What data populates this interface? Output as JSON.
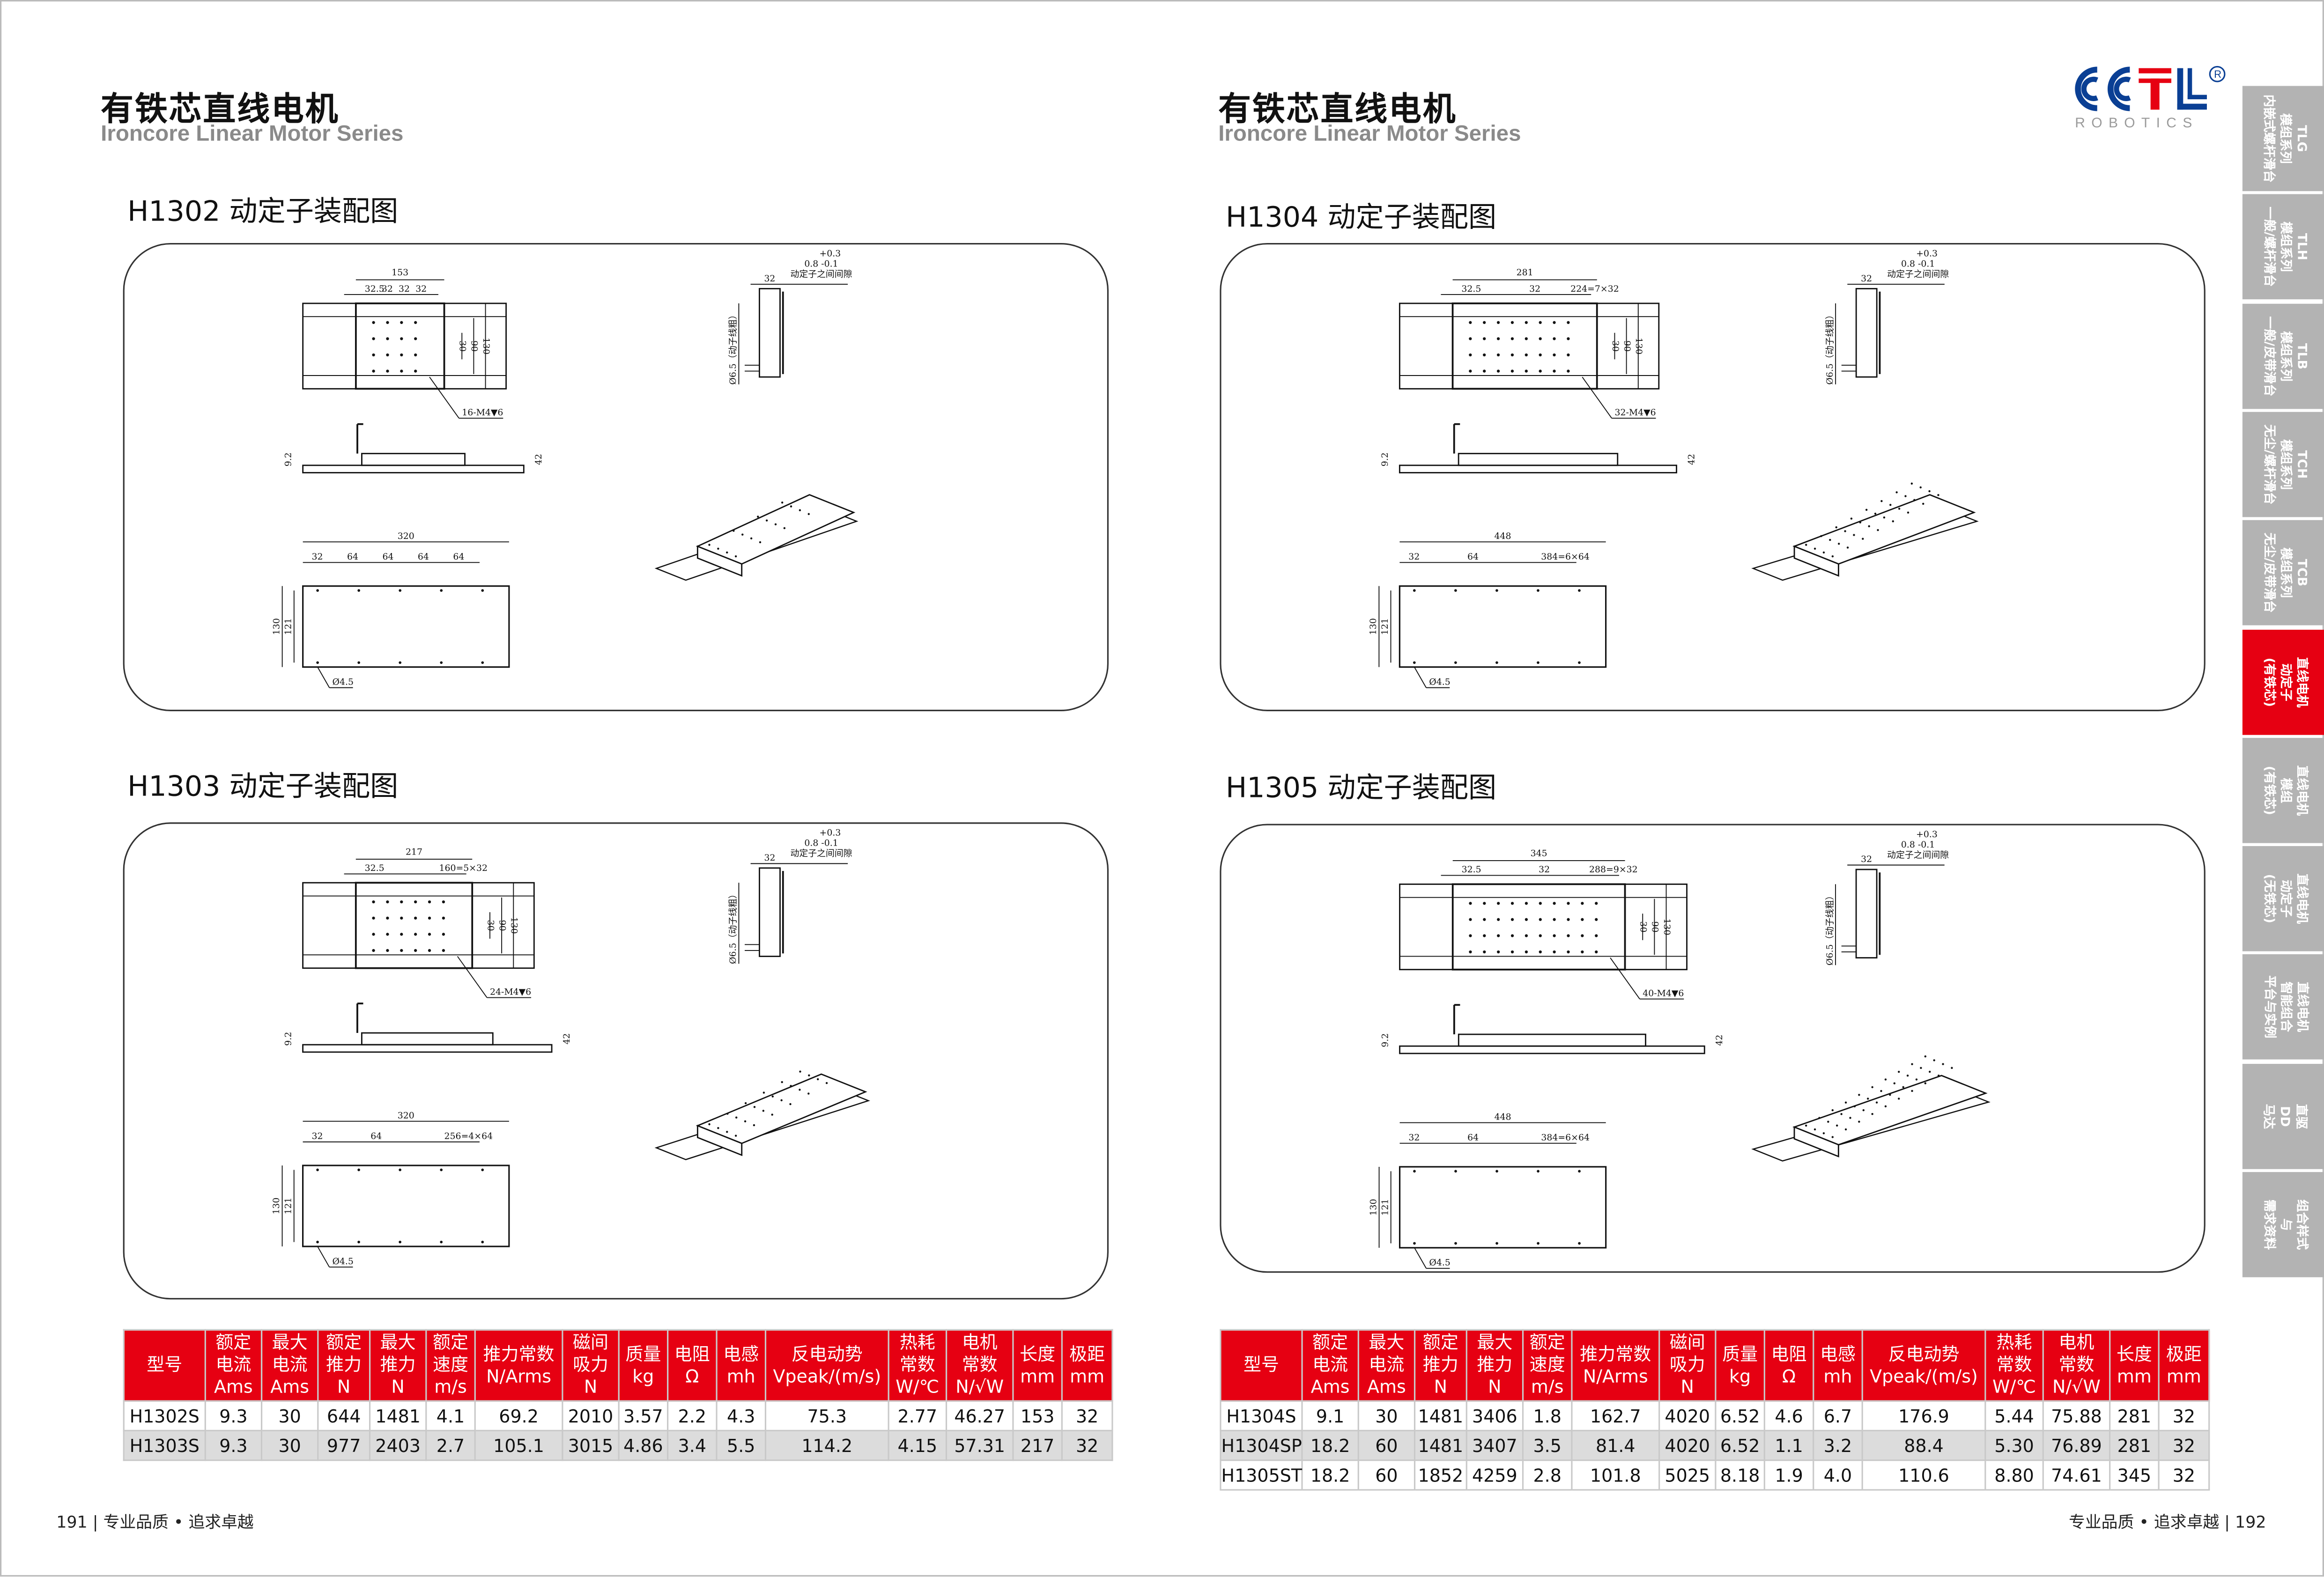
{
  "left_page": {
    "title": "有铁芯直线电机",
    "subtitle": "Ironcore Linear Motor Series",
    "footer": "191 | 专业品质 • 追求卓越"
  },
  "right_page": {
    "title": "有铁芯直线电机",
    "subtitle": "Ironcore Linear Motor Series",
    "footer": "专业品质 • 追求卓越 | 192"
  },
  "logo": {
    "text": "CCTL",
    "sub": "ROBOTICS",
    "mark": "®",
    "colors": {
      "blue": "#0a3f94",
      "red": "#e60012",
      "gray": "#9a9a9a"
    }
  },
  "accent_color": "#e60012",
  "sidebar": {
    "tabs": [
      {
        "lines": [
          "TLG",
          "模组系列",
          "内嵌式螺杆滑台"
        ],
        "active": false
      },
      {
        "lines": [
          "TLH",
          "模组系列",
          "一般/螺杆滑台"
        ],
        "active": false
      },
      {
        "lines": [
          "TLB",
          "模组系列",
          "一般/皮带滑台"
        ],
        "active": false
      },
      {
        "lines": [
          "TCH",
          "模组系列",
          "无尘/螺杆滑台"
        ],
        "active": false
      },
      {
        "lines": [
          "TCB",
          "模组系列",
          "无尘/皮带滑台"
        ],
        "active": false
      },
      {
        "lines": [
          "直线电机",
          "动定子",
          "(有铁芯)"
        ],
        "active": true
      },
      {
        "lines": [
          "直线电机",
          "模组",
          "(有铁芯)"
        ],
        "active": false
      },
      {
        "lines": [
          "直线电机",
          "动定子",
          "(无铁芯)"
        ],
        "active": false
      },
      {
        "lines": [
          "直线电机",
          "智能组合",
          "平台与实例"
        ],
        "active": false
      },
      {
        "lines": [
          "直驱",
          "DD",
          "马达"
        ],
        "active": false
      },
      {
        "lines": [
          "组合样式",
          "与",
          "需求资料"
        ],
        "active": false
      }
    ]
  },
  "panels": [
    {
      "title": "H1302 动定子装配图",
      "cols": 4,
      "top": {
        "overall": "153",
        "pitches": [
          "32.5",
          "32",
          "32",
          "32"
        ],
        "v": [
          "30",
          "90",
          "130"
        ],
        "holes": "16-M4▼6"
      },
      "gap": {
        "tol_plus": "+0.3",
        "nominal": "0.8 -0.1",
        "label": "动定子之间间隙",
        "width": "32",
        "cable": "Ø6.5（动子线粗）"
      },
      "side": {
        "h1": "9.2",
        "h2": "42"
      },
      "stator": {
        "overall": "320",
        "dims": [
          "32",
          "64",
          "64",
          "64",
          "64"
        ],
        "v": [
          "130",
          "121"
        ],
        "hole": "Ø4.5"
      }
    },
    {
      "title": "H1303 动定子装配图",
      "cols": 6,
      "top": {
        "overall": "217",
        "pitches": [
          "32.5",
          "160=5×32"
        ],
        "v": [
          "30",
          "90",
          "130"
        ],
        "holes": "24-M4▼6"
      },
      "gap": {
        "tol_plus": "+0.3",
        "nominal": "0.8 -0.1",
        "label": "动定子之间间隙",
        "width": "32",
        "cable": "Ø6.5（动子线粗）"
      },
      "side": {
        "h1": "9.2",
        "h2": "42"
      },
      "stator": {
        "overall": "320",
        "dims": [
          "32",
          "64",
          "256=4×64"
        ],
        "v": [
          "130",
          "121"
        ],
        "hole": "Ø4.5"
      }
    },
    {
      "title": "H1304 动定子装配图",
      "cols": 8,
      "top": {
        "overall": "281",
        "pitches": [
          "32.5",
          "32",
          "224=7×32"
        ],
        "v": [
          "30",
          "90",
          "130"
        ],
        "holes": "32-M4▼6"
      },
      "gap": {
        "tol_plus": "+0.3",
        "nominal": "0.8 -0.1",
        "label": "动定子之间间隙",
        "width": "32",
        "cable": "Ø6.5（动子线粗）"
      },
      "side": {
        "h1": "9.2",
        "h2": "42"
      },
      "stator": {
        "overall": "448",
        "dims": [
          "32",
          "64",
          "384=6×64"
        ],
        "v": [
          "130",
          "121"
        ],
        "hole": "Ø4.5"
      }
    },
    {
      "title": "H1305 动定子装配图",
      "cols": 10,
      "top": {
        "overall": "345",
        "pitches": [
          "32.5",
          "32",
          "288=9×32"
        ],
        "v": [
          "30",
          "90",
          "130"
        ],
        "holes": "40-M4▼6"
      },
      "gap": {
        "tol_plus": "+0.3",
        "nominal": "0.8 -0.1",
        "label": "动定子之间间隙",
        "width": "32",
        "cable": "Ø6.5（动子线粗）"
      },
      "side": {
        "h1": "9.2",
        "h2": "42"
      },
      "stator": {
        "overall": "448",
        "dims": [
          "32",
          "64",
          "384=6×64"
        ],
        "v": [
          "130",
          "121"
        ],
        "hole": "Ø4.5"
      }
    }
  ],
  "tables": [
    {
      "headers": [
        [
          "型号"
        ],
        [
          "额定",
          "电流",
          "Ams"
        ],
        [
          "最大",
          "电流",
          "Ams"
        ],
        [
          "额定",
          "推力",
          "N"
        ],
        [
          "最大",
          "推力",
          "N"
        ],
        [
          "额定",
          "速度",
          "m/s"
        ],
        [
          "推力常数",
          "N/Arms"
        ],
        [
          "磁间",
          "吸力",
          "N"
        ],
        [
          "质量",
          "kg"
        ],
        [
          "电阻",
          "Ω"
        ],
        [
          "电感",
          "mh"
        ],
        [
          "反电动势",
          "Vpeak/(m/s)"
        ],
        [
          "热耗",
          "常数",
          "W/℃"
        ],
        [
          "电机",
          "常数",
          "N/√W"
        ],
        [
          "长度",
          "mm"
        ],
        [
          "极距",
          "mm"
        ]
      ],
      "rows": [
        [
          "H1302S",
          "9.3",
          "30",
          "644",
          "1481",
          "4.1",
          "69.2",
          "2010",
          "3.57",
          "2.2",
          "4.3",
          "75.3",
          "2.77",
          "46.27",
          "153",
          "32"
        ],
        [
          "H1303S",
          "9.3",
          "30",
          "977",
          "2403",
          "2.7",
          "105.1",
          "3015",
          "4.86",
          "3.4",
          "5.5",
          "114.2",
          "4.15",
          "57.31",
          "217",
          "32"
        ]
      ]
    },
    {
      "headers": [
        [
          "型号"
        ],
        [
          "额定",
          "电流",
          "Ams"
        ],
        [
          "最大",
          "电流",
          "Ams"
        ],
        [
          "额定",
          "推力",
          "N"
        ],
        [
          "最大",
          "推力",
          "N"
        ],
        [
          "额定",
          "速度",
          "m/s"
        ],
        [
          "推力常数",
          "N/Arms"
        ],
        [
          "磁间",
          "吸力",
          "N"
        ],
        [
          "质量",
          "kg"
        ],
        [
          "电阻",
          "Ω"
        ],
        [
          "电感",
          "mh"
        ],
        [
          "反电动势",
          "Vpeak/(m/s)"
        ],
        [
          "热耗",
          "常数",
          "W/℃"
        ],
        [
          "电机",
          "常数",
          "N/√W"
        ],
        [
          "长度",
          "mm"
        ],
        [
          "极距",
          "mm"
        ]
      ],
      "rows": [
        [
          "H1304S",
          "9.1",
          "30",
          "1481",
          "3406",
          "1.8",
          "162.7",
          "4020",
          "6.52",
          "4.6",
          "6.7",
          "176.9",
          "5.44",
          "75.88",
          "281",
          "32"
        ],
        [
          "H1304SP",
          "18.2",
          "60",
          "1481",
          "3407",
          "3.5",
          "81.4",
          "4020",
          "6.52",
          "1.1",
          "3.2",
          "88.4",
          "5.30",
          "76.89",
          "281",
          "32"
        ],
        [
          "H1305ST",
          "18.2",
          "60",
          "1852",
          "4259",
          "2.8",
          "101.8",
          "5025",
          "8.18",
          "1.9",
          "4.0",
          "110.6",
          "8.80",
          "74.61",
          "345",
          "32"
        ]
      ]
    }
  ]
}
